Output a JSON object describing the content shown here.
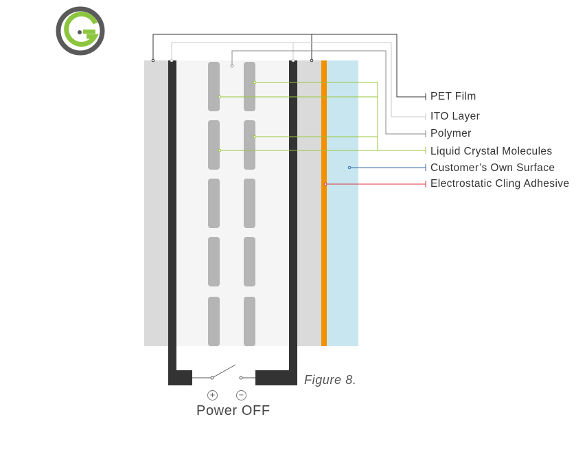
{
  "logo": {
    "icon": "letter-g-logo-icon",
    "ring_color": "#5a5a5a",
    "accent_color": "#8cc63f"
  },
  "labels": {
    "pet_film": "PET Film",
    "ito_layer": "ITO Layer",
    "polymer": "Polymer",
    "liquid_crystal": "Liquid Crystal Molecules",
    "customer_surface": "Customer’s Own Surface",
    "adhesive": "Electrostatic Cling Adhesive"
  },
  "leader_colors": {
    "pet_film": "#333333",
    "ito_layer": "#c8c8c8",
    "polymer": "#888888",
    "liquid_crystal": "#9bc53d",
    "customer_surface": "#2e6aa8",
    "adhesive": "#d9363e"
  },
  "layer_colors": {
    "pet_film": "#dadada",
    "ito_layer": "#333333",
    "polymer": "#f5f5f5",
    "crystal": "#b5b5b5",
    "adhesive": "#f29100",
    "surface": "#c8e6f0"
  },
  "circuit": {
    "positive_symbol": "+",
    "negative_symbol": "−",
    "switch_state": "open"
  },
  "caption": "Figure 8.",
  "power_status": "Power OFF"
}
